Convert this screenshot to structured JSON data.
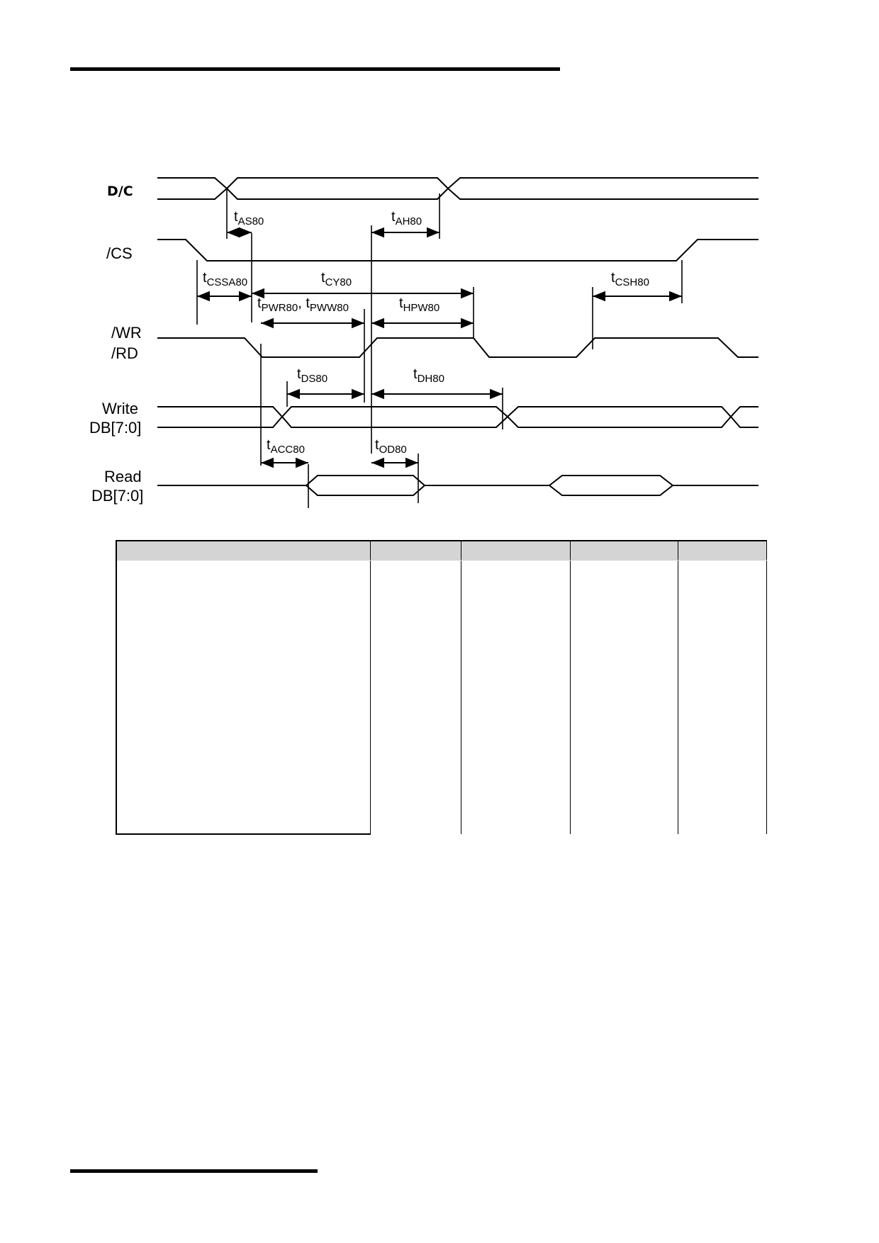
{
  "signals": {
    "dc": "D/C",
    "cs": "/CS",
    "wr": "/WR",
    "rd": "/RD",
    "write_1": "Write",
    "write_2": "DB[7:0]",
    "read_1": "Read",
    "read_2": "DB[7:0]"
  },
  "timings": [
    {
      "t": "t",
      "sub": "AS80"
    },
    {
      "t": "t",
      "sub": "AH80"
    },
    {
      "t": "t",
      "sub": "CSSA80"
    },
    {
      "t": "t",
      "sub": "CY80"
    },
    {
      "t": "t",
      "sub": "CSH80"
    },
    {
      "t": "t",
      "sub": "PWR80",
      "mid": ", t",
      "sub2": "PWW80"
    },
    {
      "t": "t",
      "sub": "HPW80"
    },
    {
      "t": "t",
      "sub": "DS80"
    },
    {
      "t": "t",
      "sub": "DH80"
    },
    {
      "t": "t",
      "sub": "ACC80"
    },
    {
      "t": "t",
      "sub": "OD80"
    }
  ]
}
